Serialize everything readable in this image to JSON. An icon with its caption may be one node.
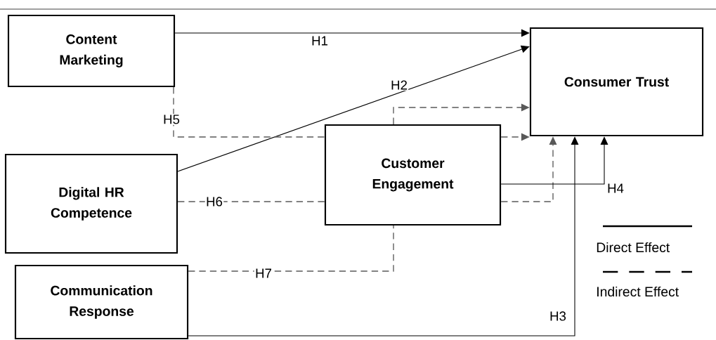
{
  "diagram": {
    "nodes": [
      {
        "text": [
          "Content Marketing"
        ]
      },
      {
        "text": [
          "Consumer Trust"
        ]
      },
      {
        "text": [
          "Customer Engagement"
        ]
      },
      {
        "text": [
          "Digital HR Competence"
        ]
      },
      {
        "text": [
          "Communication Response"
        ]
      }
    ],
    "edges": [
      {
        "from": 0,
        "to": 1,
        "arrow": "to",
        "label": "H1"
      },
      {
        "from": 3,
        "to": 1,
        "arrow": "to",
        "label": "H2"
      },
      {
        "from": 0,
        "to": 2,
        "arrow": "none",
        "style": "dashed",
        "label": "H5"
      },
      {
        "from": 2,
        "to": 1,
        "arrow": "to",
        "style": "dashed"
      },
      {
        "from": 3,
        "to": 2,
        "arrow": "none",
        "style": "dashed",
        "label": "H6"
      },
      {
        "from": 2,
        "to": 1,
        "arrow": "to",
        "style": "dashed"
      },
      {
        "from": 4,
        "to": 2,
        "arrow": "none",
        "style": "dashed",
        "label": "H7"
      },
      {
        "from": 2,
        "to": 1,
        "arrow": "to",
        "style": "dashed"
      },
      {
        "from": 2,
        "to": 1,
        "arrow": "to",
        "label": "H4"
      },
      {
        "from": 4,
        "to": 1,
        "arrow": "to",
        "label": "H3"
      }
    ],
    "legend": [
      {
        "text": "Direct Effect"
      },
      {
        "text": "Indirect Effect"
      }
    ]
  }
}
